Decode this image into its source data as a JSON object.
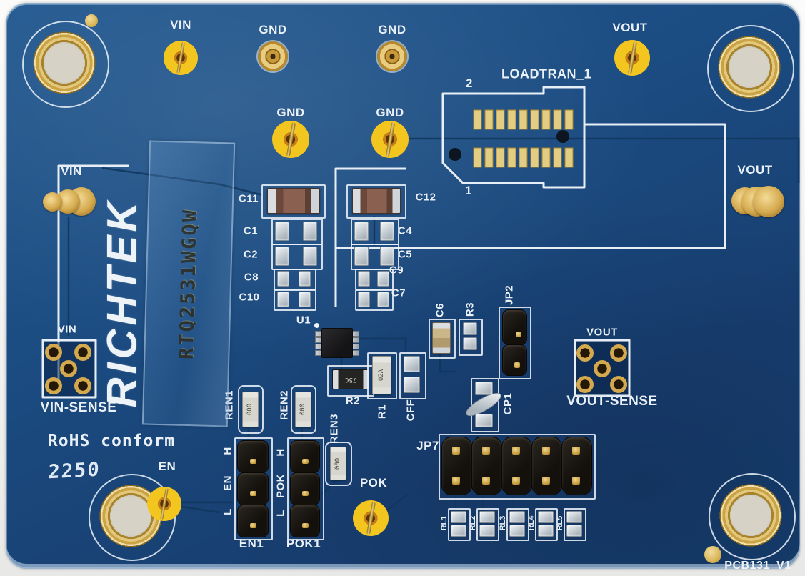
{
  "board": {
    "brand_logo": "RICHTEK",
    "sticker_part_number": "RTQ2531WGQW",
    "rohs_text": "RoHS conform",
    "date_code": "2250",
    "pcb_version": "PCB131_V1"
  },
  "colors": {
    "board_blue": "#1b4c82",
    "silkscreen_white": "#e9f0f7",
    "test_point_yellow": "#f3c51f",
    "gold": "#d4a94e",
    "header_black": "#14100c"
  },
  "test_points": {
    "vin_top": "VIN",
    "gnd1": "GND",
    "gnd2": "GND",
    "vout_top": "VOUT",
    "gnd3": "GND",
    "gnd4": "GND",
    "en": "EN",
    "pok": "POK"
  },
  "edge_connectors": {
    "vin": "VIN",
    "vout": "VOUT"
  },
  "sense_pads": {
    "vin_top_label": "VIN",
    "vin_label": "VIN-SENSE",
    "vout_top_label": "VOUT",
    "vout_label": "VOUT-SENSE"
  },
  "loadtran": {
    "label": "LOADTRAN_1",
    "pin2": "2",
    "pin1": "1"
  },
  "capacitors": {
    "c11": "C11",
    "c1": "C1",
    "c2": "C2",
    "c8": "C8",
    "c10": "C10",
    "c12": "C12",
    "c4": "C4",
    "c5": "C5",
    "c9": "C9",
    "c7": "C7",
    "c6": "C6"
  },
  "center_parts": {
    "u1": "U1",
    "r3": "R3",
    "jp2": "JP2",
    "r2": "R2",
    "r1": "R1",
    "cff": "CFF",
    "cp1": "CP1"
  },
  "enable_section": {
    "ren1": "REN1",
    "ren2": "REN2",
    "ren3": "REN3",
    "en_h": "H",
    "en_name": "EN",
    "en_l": "L",
    "pok_h": "H",
    "pok_name": "POK",
    "pok_l": "L",
    "en1": "EN1",
    "pok1": "POK1"
  },
  "jp7_section": {
    "jp7": "JP7",
    "rl_labels": [
      "RL1",
      "RL2",
      "RL3",
      "RL4",
      "RL5"
    ]
  },
  "markings": {
    "ren": "000",
    "r2": "75C",
    "r1": "02A"
  }
}
